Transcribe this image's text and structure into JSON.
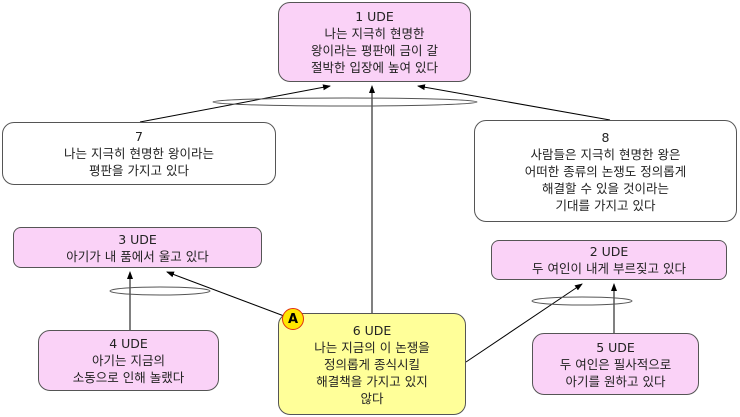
{
  "nodes": {
    "n1": {
      "title": "1 UDE",
      "lines": [
        "나는 지극히 현명한",
        "왕이라는 평판에 금이 갈",
        "절박한 입장에 높여 있다"
      ]
    },
    "n7": {
      "title": "7",
      "lines": [
        "나는 지극히 현명한 왕이라는",
        "평판을 가지고 있다"
      ]
    },
    "n8": {
      "title": "8",
      "lines": [
        "사람들은 지극히 현명한 왕은",
        "어떠한 종류의 논쟁도 정의롭게",
        "해결할 수 있을 것이라는",
        "기대를 가지고 있다"
      ]
    },
    "n3": {
      "title": "3 UDE",
      "lines": [
        "아기가 내 품에서 울고 있다"
      ]
    },
    "n2": {
      "title": "2 UDE",
      "lines": [
        "두 여인이 내게 부르짖고 있다"
      ]
    },
    "n4": {
      "title": "4 UDE",
      "lines": [
        "아기는 지금의",
        "소동으로 인해 놀랬다"
      ]
    },
    "n6": {
      "title": "6 UDE",
      "badge": "A",
      "lines": [
        "나는 지금의 이 논쟁을",
        "정의롭게 종식시킬",
        "해결책을 가지고 있지",
        "않다"
      ]
    },
    "n5": {
      "title": "5 UDE",
      "lines": [
        "두 여인은 필사적으로",
        "아기를 원하고 있다"
      ]
    }
  },
  "colors": {
    "ude": "#fad2f7",
    "core": "#ffff99",
    "neutral": "#ffffff"
  }
}
